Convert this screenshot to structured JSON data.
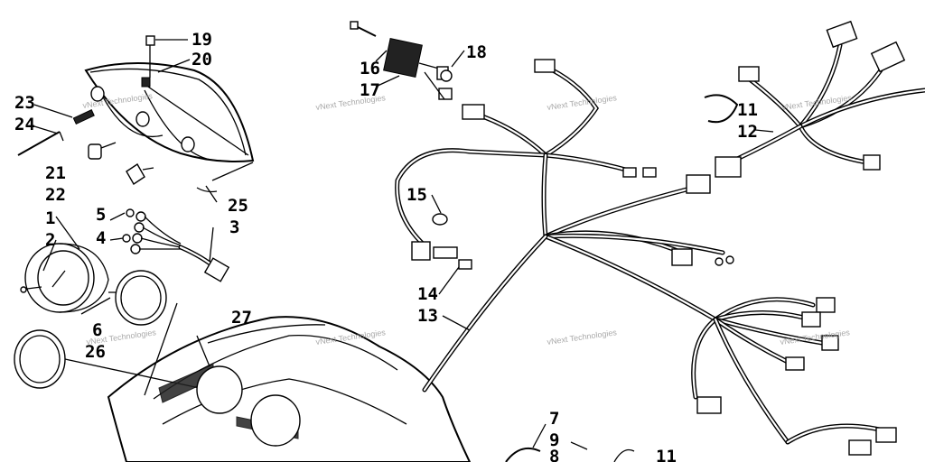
{
  "callouts": [
    {
      "label": "19"
    },
    {
      "label": "20"
    },
    {
      "label": "23"
    },
    {
      "label": "24"
    },
    {
      "label": "21"
    },
    {
      "label": "22"
    },
    {
      "label": "25"
    },
    {
      "label": "1"
    },
    {
      "label": "2"
    },
    {
      "label": "5"
    },
    {
      "label": "4"
    },
    {
      "label": "3"
    },
    {
      "label": "6"
    },
    {
      "label": "26"
    },
    {
      "label": "27"
    },
    {
      "label": "16"
    },
    {
      "label": "17"
    },
    {
      "label": "18"
    },
    {
      "label": "15"
    },
    {
      "label": "14"
    },
    {
      "label": "13"
    },
    {
      "label": "11"
    },
    {
      "label": "12"
    },
    {
      "label": "7"
    },
    {
      "label": "9"
    },
    {
      "label": "8"
    },
    {
      "label": "11"
    }
  ],
  "watermark": {
    "text": "vNext Technologies"
  }
}
